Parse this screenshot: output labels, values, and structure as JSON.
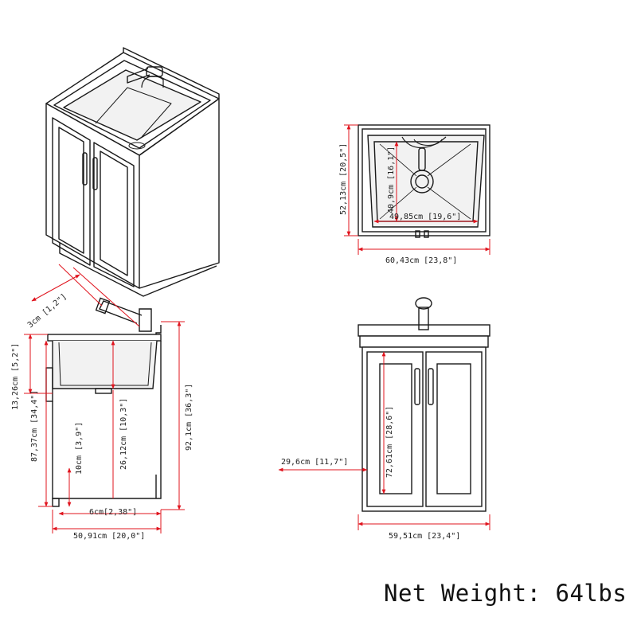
{
  "colors": {
    "line": "#1a1a1a",
    "dimension": "#e0141e",
    "text": "#222222",
    "fill": "#f2f2f2",
    "basin": "#dcdcdc"
  },
  "top_view": {
    "depth": "52,13cm [20,5\"]",
    "basin_depth": "40,9cm [16,1\"]",
    "basin_width": "49,85cm [19,6\"]",
    "overall_width": "60,43cm [23,8\"]"
  },
  "side_view": {
    "faucet_offset": "3cm [1,2\"]",
    "basin_height": "13,26cm [5,2\"]",
    "cabinet_height": "87,37cm [34,4\"]",
    "inner_height": "26,12cm [10,3\"]",
    "shelf_height": "10cm [3,9\"]",
    "total_height": "92,1cm [36,3\"]",
    "toe_kick": "6cm[2,38\"]",
    "overall_depth": "50,91cm [20,0\"]"
  },
  "front_view": {
    "door_height": "72,61cm [28,6\"]",
    "door_width": "29,6cm [11,7\"]",
    "overall_width": "59,51cm [23,4\"]"
  },
  "footer": {
    "net_weight": "Net Weight: 64lbs"
  }
}
